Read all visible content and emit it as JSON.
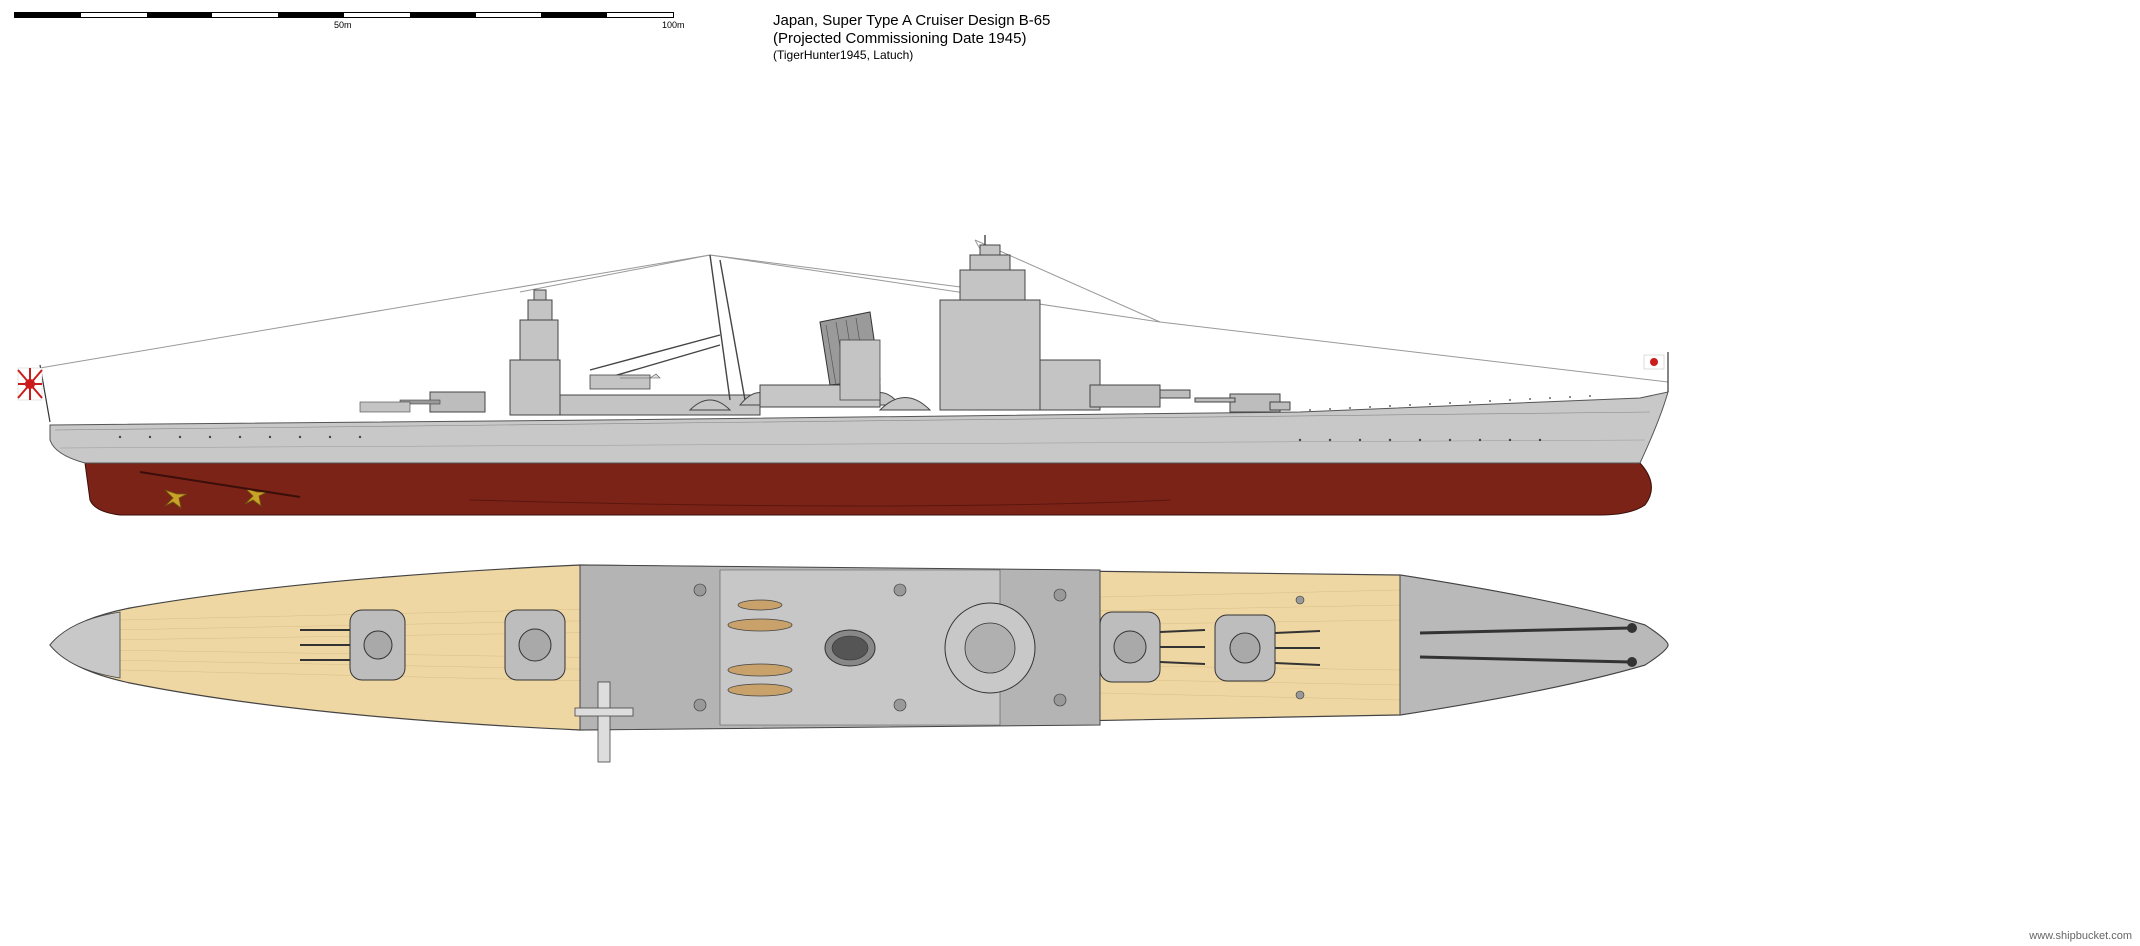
{
  "scale": {
    "mark_50": "50m",
    "mark_100": "100m"
  },
  "title": {
    "line1": "Japan, Super Type A Cruiser Design B-65",
    "line2": "(Projected Commissioning Date 1945)",
    "credits": "(TigerHunter1945, Latuch)"
  },
  "footer": {
    "site": "www.shipbucket.com"
  },
  "colors": {
    "hull_grey": "#c8c8c8",
    "hull_red": "#7c2318",
    "deck_wood": "#efd7a4",
    "deck_steel": "#b4b4b4",
    "outline": "#333333"
  }
}
